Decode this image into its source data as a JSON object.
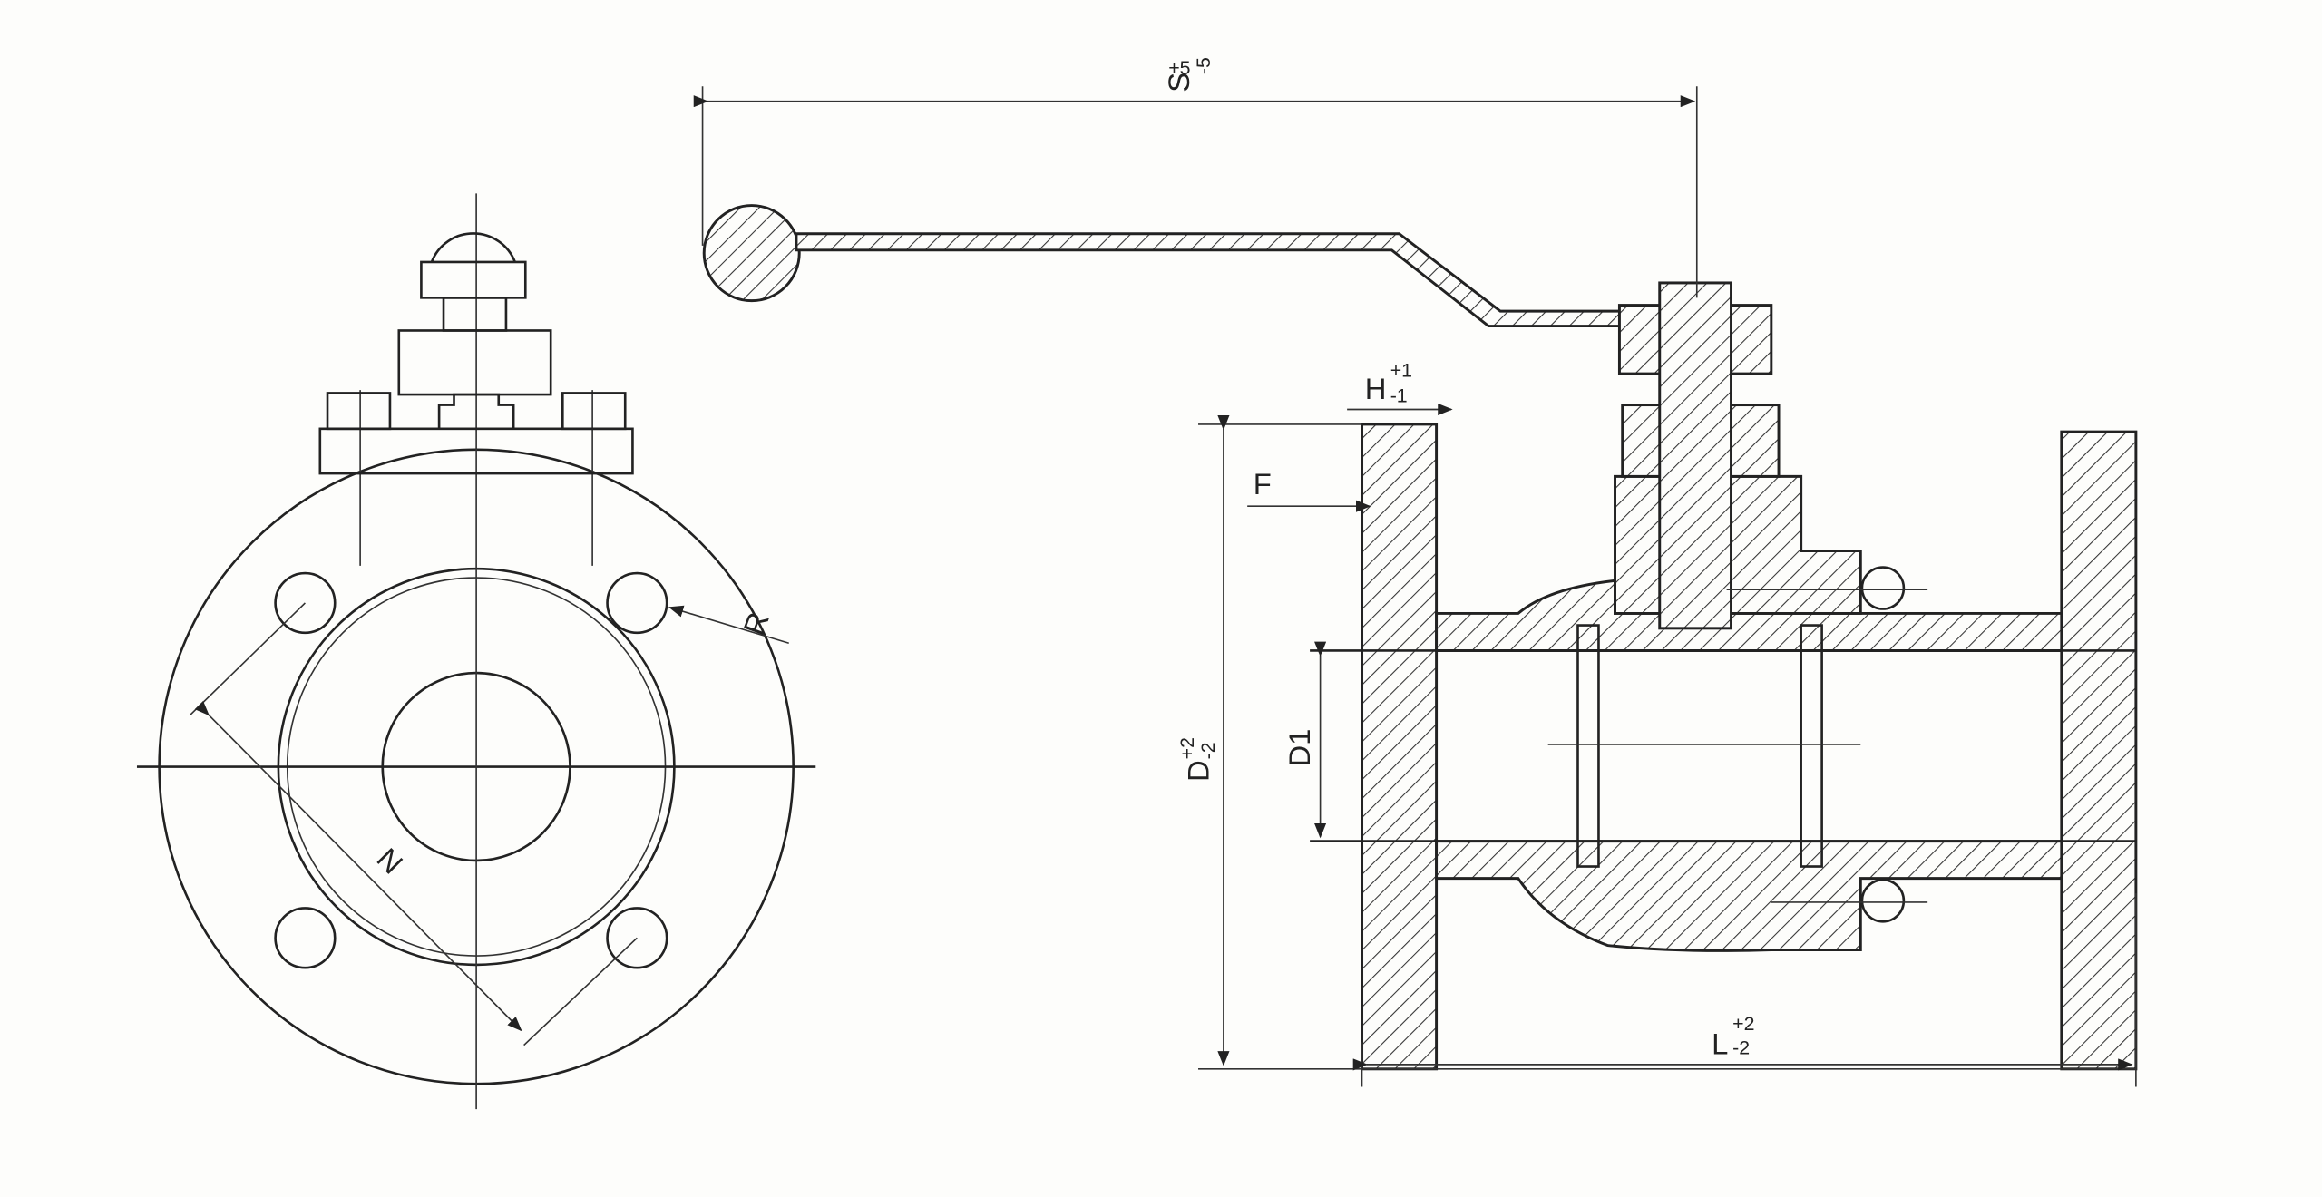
{
  "drawing": {
    "front_view": {
      "labels": {
        "n": "N",
        "r": "R"
      }
    },
    "side_view": {
      "labels": {
        "s": {
          "symbol": "S",
          "upper": "+5",
          "lower": "-5"
        },
        "h": {
          "symbol": "H",
          "upper": "+1",
          "lower": "-1"
        },
        "f": {
          "symbol": "F"
        },
        "d": {
          "symbol": "D",
          "upper": "+2",
          "lower": "-2"
        },
        "d1": {
          "symbol": "D1"
        },
        "l": {
          "symbol": "L",
          "upper": "+2",
          "lower": "-2"
        }
      }
    },
    "colors": {
      "line": "#222222",
      "background": "#fdfdfb"
    }
  }
}
